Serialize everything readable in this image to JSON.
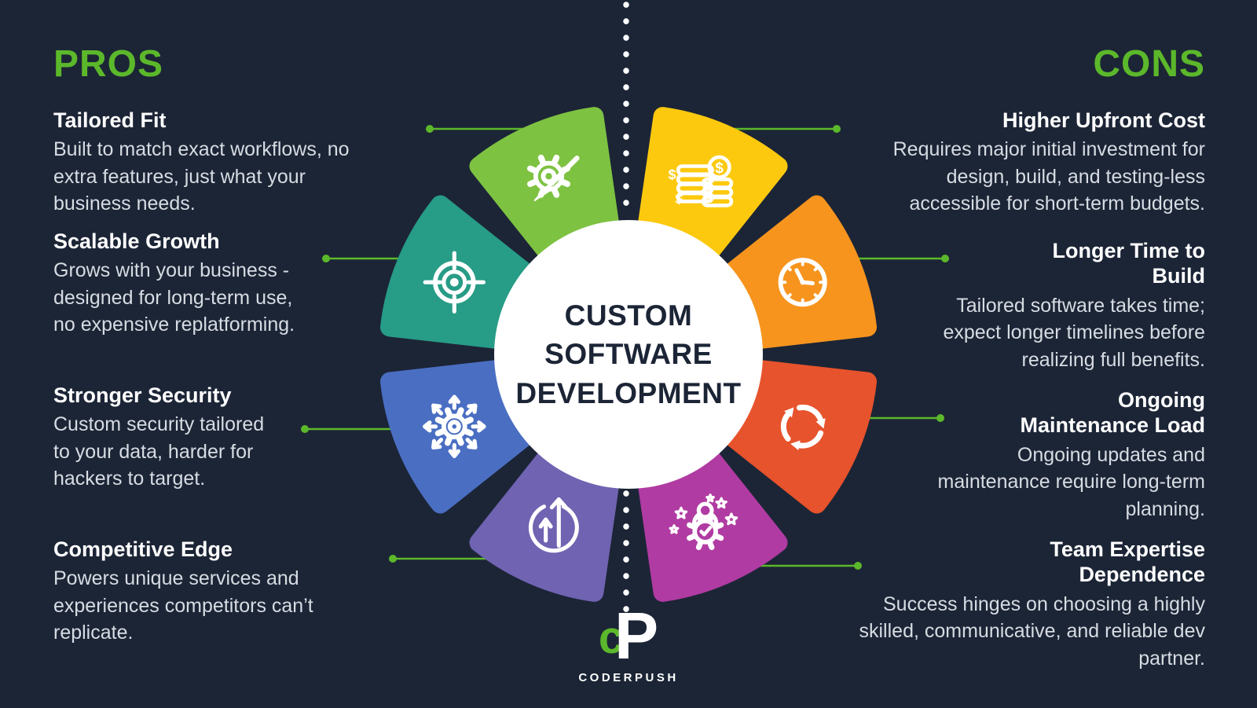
{
  "header": {
    "pros_label": "PROS",
    "cons_label": "CONS"
  },
  "center": {
    "line1": "CUSTOM",
    "line2": "SOFTWARE",
    "line3": "DEVELOPMENT"
  },
  "pros": [
    {
      "title": "Tailored Fit",
      "body": "Built to match exact workflows, no extra features, just what your business needs."
    },
    {
      "title": "Scalable Growth",
      "body": "Grows with your business - designed for long-term use, no expensive replatforming."
    },
    {
      "title": "Stronger Security",
      "body": "Custom security tailored to your data, harder for hackers to target."
    },
    {
      "title": "Competitive Edge",
      "body": "Powers unique services and experiences competitors can’t replicate."
    }
  ],
  "cons": [
    {
      "title": "Higher Upfront Cost",
      "body": "Requires major initial investment for design, build, and testing-less accessible for short-term budgets."
    },
    {
      "title": "Longer Time to Build",
      "body": "Tailored software takes time; expect longer timelines before realizing full benefits."
    },
    {
      "title": "Ongoing Maintenance Load",
      "body": "Ongoing updates and maintenance require long-term planning."
    },
    {
      "title": "Team Expertise Dependence",
      "body": "Success hinges on choosing a highly skilled, communicative, and reliable dev partner."
    }
  ],
  "wheel": {
    "segments": [
      {
        "name": "tailored-fit",
        "a1": 90,
        "a2": 135,
        "icon": "gear-brush",
        "color": "#7EC242"
      },
      {
        "name": "scalable-growth",
        "a1": 135,
        "a2": 180,
        "icon": "target",
        "color": "#279C86"
      },
      {
        "name": "stronger-security",
        "a1": 180,
        "a2": 225,
        "icon": "gear-expand",
        "color": "#4A6EC2"
      },
      {
        "name": "competitive-edge",
        "a1": 225,
        "a2": 270,
        "icon": "growth-arrows",
        "color": "#6F63B2"
      },
      {
        "name": "higher-upfront-cost",
        "a1": 45,
        "a2": 90,
        "icon": "coins",
        "color": "#FCC90F"
      },
      {
        "name": "longer-time-to-build",
        "a1": 0,
        "a2": 45,
        "icon": "clock",
        "color": "#F7941E"
      },
      {
        "name": "ongoing-maintenance-load",
        "a1": -45,
        "a2": 0,
        "icon": "refresh",
        "color": "#E7532C"
      },
      {
        "name": "team-expertise-dependence",
        "a1": -90,
        "a2": -45,
        "icon": "expert",
        "color": "#B03BA2"
      }
    ]
  },
  "logo": {
    "mark_c": "c",
    "mark_p": "P",
    "text": "CODERPUSH"
  },
  "colors": {
    "background": "#1C2536",
    "accent_green": "#5CB82B",
    "heading": "#FFFFFF",
    "body_text": "#D7DCE3",
    "circle": "#FFFFFF",
    "center_text": "#1C2536"
  }
}
